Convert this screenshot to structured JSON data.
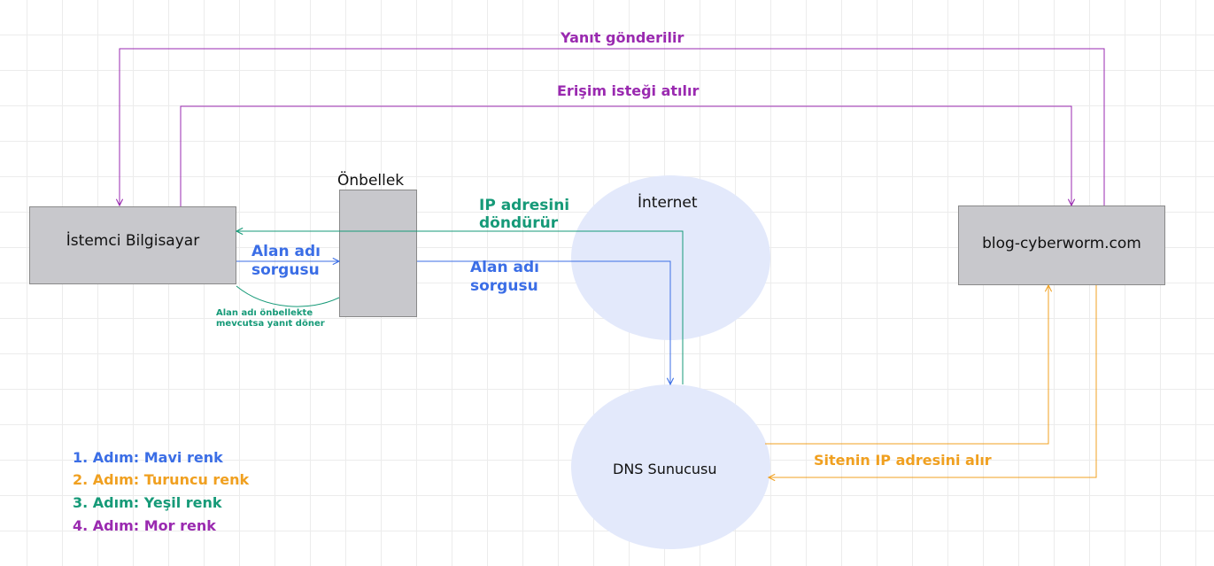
{
  "nodes": {
    "client": "İstemci Bilgisayar",
    "cache_title": "Önbellek",
    "internet": "İnternet",
    "dns": "DNS Sunucusu",
    "site": "blog-cyberworm.com"
  },
  "labels": {
    "response_sent": "Yanıt gönderilir",
    "access_request": "Erişim isteği atılır",
    "return_ip_line1": "IP adresini",
    "return_ip_line2": "döndürür",
    "query_client_line1": "Alan adı",
    "query_client_line2": "sorgusu",
    "query_dns_line1": "Alan adı",
    "query_dns_line2": "sorgusu",
    "cache_hit_line1": "Alan adı önbellekte",
    "cache_hit_line2": "mevcutsa yanıt döner",
    "site_ip": "Sitenin IP adresini alır"
  },
  "legend": [
    {
      "text": "1. Adım: Mavi renk",
      "color": "#3b6ee6"
    },
    {
      "text": "2. Adım: Turuncu renk",
      "color": "#f0a020"
    },
    {
      "text": "3. Adım: Yeşil renk",
      "color": "#169a78"
    },
    {
      "text": "4. Adım: Mor renk",
      "color": "#9a2ab0"
    }
  ],
  "colors": {
    "blue": "#3b6ee6",
    "orange": "#f0a020",
    "green": "#169a78",
    "purple": "#9a2ab0",
    "box_fill": "#c8c8cc",
    "ellipse_fill": "#e3e9fb"
  }
}
